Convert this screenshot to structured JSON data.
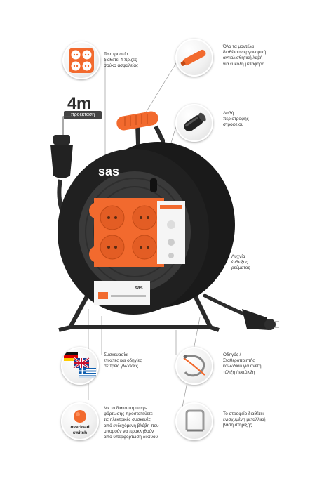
{
  "length_badge": {
    "value": "4m",
    "label": "προέκταση"
  },
  "reel_brand": "sas",
  "reel_brand_small": "sas",
  "callouts": {
    "sockets": [
      "Τα στροφείο",
      "διαθέτει 4 πρίζες",
      "σούκο ασφαλείας"
    ],
    "handle": [
      "Όλα τα μοντέλα",
      "διαθέτουν εργονομική,",
      "αντιολισθητική λαβή",
      "για εύκολη μεταφορά"
    ],
    "spin_handle": [
      "Λαβή",
      "περιστροφής",
      "στροφείου"
    ],
    "lamp": [
      "Λυχνία",
      "ένδειξης",
      "ρεύματος"
    ],
    "languages": [
      "Συσκευασία,",
      "ετικέτες και οδηγίες",
      "σε τρεις γλώσσες"
    ],
    "cable_guide": [
      "Οδηγός /",
      "Σταθεροποιητής",
      "καλωδίου για άνετη",
      "τύλιξη / εκτύλιξη"
    ],
    "overload": [
      "Με το διακόπτη υπερ-",
      "φόρτωσης προστατεύετε",
      "τις ηλεκτρικές συσκευές",
      "από ενδεχόμενη βλάβη που",
      "μπορούν να προκληθούν",
      "από υπερφόρτωση δικτύου"
    ],
    "stand": [
      "Το στροφείο διαθέτει",
      "ενισχυμένη μεταλλική",
      "βάση στήριξης"
    ]
  },
  "overload_switch_label": [
    "overload",
    "switch"
  ],
  "colors": {
    "accent": "#f26a2e",
    "reel": "#1e1e1e",
    "cable": "#3a3a3a",
    "stand": "#2a2a2a"
  },
  "icons": [
    "socket-icon",
    "handle-icon",
    "spin-handle-icon",
    "flags-icon",
    "cable-guide-icon",
    "overload-switch-icon",
    "stand-icon"
  ]
}
